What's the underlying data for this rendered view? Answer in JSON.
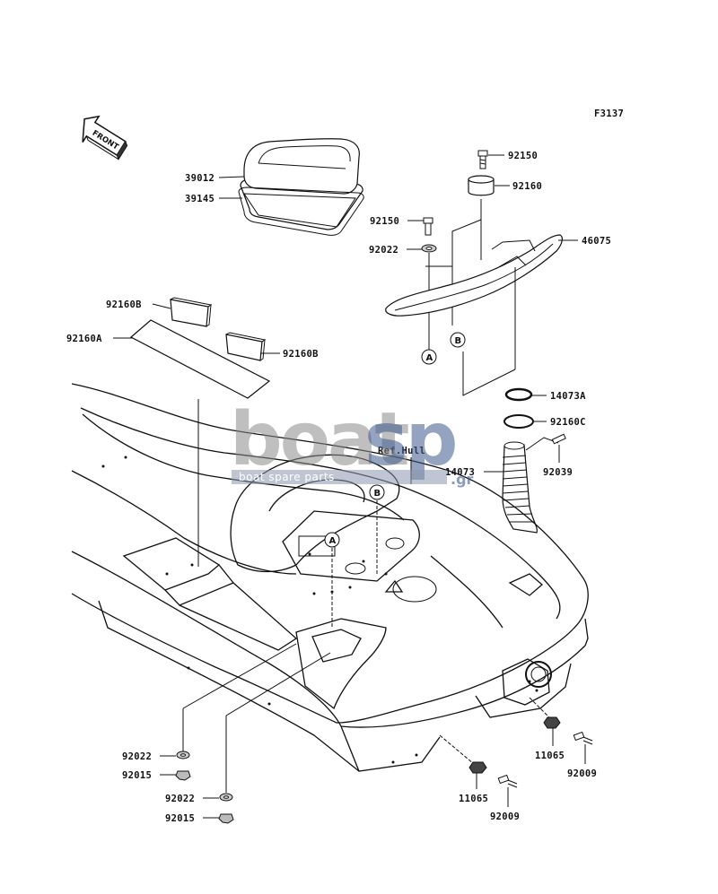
{
  "figure_code": "F3137",
  "front_arrow": "FRONT",
  "ref_label": "Ref.Hull",
  "watermark": {
    "brand_a": "boat",
    "brand_b": "sp",
    "suffix": ".gr",
    "tagline": "boat spare parts"
  },
  "circles": {
    "a_upper": "A",
    "b_upper": "B",
    "a_hull": "A",
    "b_hull": "B"
  },
  "parts": {
    "p39012": "39012",
    "p39145": "39145",
    "p92150_top": "92150",
    "p92160_top": "92160",
    "p92150_mid": "92150",
    "p92022_top": "92022",
    "p46075": "46075",
    "p92160b_left": "92160B",
    "p92160a": "92160A",
    "p92160b_right": "92160B",
    "p14073a": "14073A",
    "p92160c": "92160C",
    "p14073": "14073",
    "p92039": "92039",
    "p92022_l1": "92022",
    "p92015_l1": "92015",
    "p92022_l2": "92022",
    "p92015_l2": "92015",
    "p11065_r": "11065",
    "p92009_r": "92009",
    "p11065_c": "11065",
    "p92009_c": "92009"
  }
}
